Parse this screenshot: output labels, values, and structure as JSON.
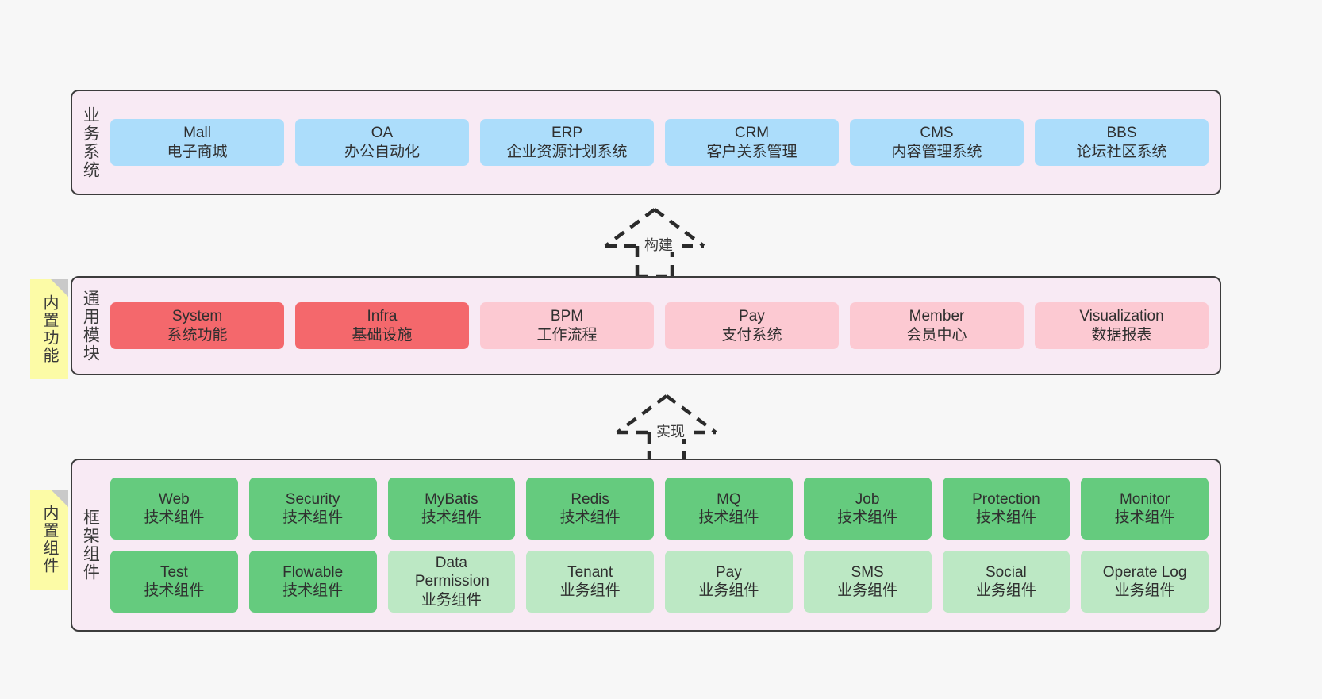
{
  "diagram": {
    "background_color": "#f7f7f7",
    "layer_fill": "#f8eaf4",
    "layer_border": "#3c3c3c",
    "sticky_color": "#FCFBA6"
  },
  "layers": [
    {
      "id": "business-system",
      "title": "业务系统",
      "sticky": null,
      "rows": [
        {
          "cards": [
            {
              "name": "Mall",
              "sub": "电子商城",
              "color": "#ACDDFB",
              "style": "c-blue"
            },
            {
              "name": "OA",
              "sub": "办公自动化",
              "color": "#ACDDFB",
              "style": "c-blue"
            },
            {
              "name": "ERP",
              "sub": "企业资源计划系统",
              "color": "#ACDDFB",
              "style": "c-blue"
            },
            {
              "name": "CRM",
              "sub": "客户关系管理",
              "color": "#ACDDFB",
              "style": "c-blue"
            },
            {
              "name": "CMS",
              "sub": "内容管理系统",
              "color": "#ACDDFB",
              "style": "c-blue"
            },
            {
              "name": "BBS",
              "sub": "论坛社区系统",
              "color": "#ACDDFB",
              "style": "c-blue"
            }
          ]
        }
      ]
    },
    {
      "id": "common-module",
      "title": "通用模块",
      "sticky": "内置功能",
      "rows": [
        {
          "cards": [
            {
              "name": "System",
              "sub": "系统功能",
              "color": "#F4686C",
              "style": "c-red"
            },
            {
              "name": "Infra",
              "sub": "基础设施",
              "color": "#F4686C",
              "style": "c-red"
            },
            {
              "name": "BPM",
              "sub": "工作流程",
              "color": "#FCC9D2",
              "style": "c-pink"
            },
            {
              "name": "Pay",
              "sub": "支付系统",
              "color": "#FCC9D2",
              "style": "c-pink"
            },
            {
              "name": "Member",
              "sub": "会员中心",
              "color": "#FCC9D2",
              "style": "c-pink"
            },
            {
              "name": "Visualization",
              "sub": "数据报表",
              "color": "#FCC9D2",
              "style": "c-pink"
            }
          ]
        }
      ]
    },
    {
      "id": "framework-component",
      "title": "框架组件",
      "sticky": "内置组件",
      "rows": [
        {
          "cards": [
            {
              "name": "Web",
              "sub": "技术组件",
              "color": "#65CB7E",
              "style": "c-green"
            },
            {
              "name": "Security",
              "sub": "技术组件",
              "color": "#65CB7E",
              "style": "c-green"
            },
            {
              "name": "MyBatis",
              "sub": "技术组件",
              "color": "#65CB7E",
              "style": "c-green"
            },
            {
              "name": "Redis",
              "sub": "技术组件",
              "color": "#65CB7E",
              "style": "c-green"
            },
            {
              "name": "MQ",
              "sub": "技术组件",
              "color": "#65CB7E",
              "style": "c-green"
            },
            {
              "name": "Job",
              "sub": "技术组件",
              "color": "#65CB7E",
              "style": "c-green"
            },
            {
              "name": "Protection",
              "sub": "技术组件",
              "color": "#65CB7E",
              "style": "c-green"
            },
            {
              "name": "Monitor",
              "sub": "技术组件",
              "color": "#65CB7E",
              "style": "c-green"
            }
          ]
        },
        {
          "cards": [
            {
              "name": "Test",
              "sub": "技术组件",
              "color": "#65CB7E",
              "style": "c-green"
            },
            {
              "name": "Flowable",
              "sub": "技术组件",
              "color": "#65CB7E",
              "style": "c-green"
            },
            {
              "name": "Data Permission",
              "sub": "业务组件",
              "color": "#BCE8C4",
              "style": "c-greenlight"
            },
            {
              "name": "Tenant",
              "sub": "业务组件",
              "color": "#BCE8C4",
              "style": "c-greenlight"
            },
            {
              "name": "Pay",
              "sub": "业务组件",
              "color": "#BCE8C4",
              "style": "c-greenlight"
            },
            {
              "name": "SMS",
              "sub": "业务组件",
              "color": "#BCE8C4",
              "style": "c-greenlight"
            },
            {
              "name": "Social",
              "sub": "业务组件",
              "color": "#BCE8C4",
              "style": "c-greenlight"
            },
            {
              "name": "Operate Log",
              "sub": "业务组件",
              "color": "#BCE8C4",
              "style": "c-greenlight"
            }
          ]
        }
      ]
    }
  ],
  "connectors": [
    {
      "id": "connector-build",
      "label": "构建",
      "from": "common-module",
      "to": "business-system"
    },
    {
      "id": "connector-implement",
      "label": "实现",
      "from": "framework-component",
      "to": "common-module"
    }
  ]
}
